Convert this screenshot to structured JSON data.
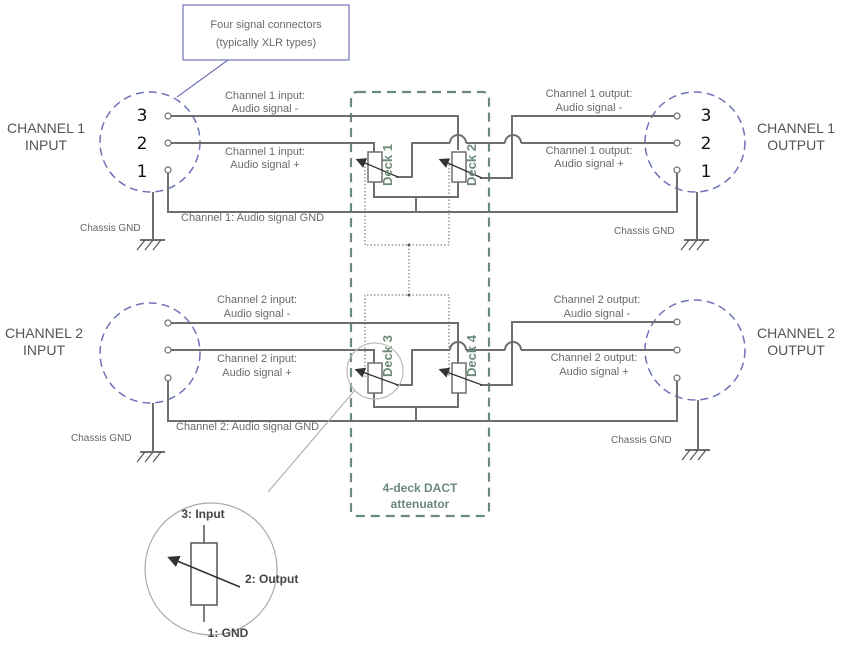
{
  "callout": {
    "line1": "Four signal connectors",
    "line2": "(typically XLR types)"
  },
  "channel1": {
    "input_label_line1": "CHANNEL 1",
    "input_label_line2": "INPUT",
    "output_label_line1": "CHANNEL 1",
    "output_label_line2": "OUTPUT",
    "pins": [
      "3",
      "2",
      "1"
    ],
    "in_minus_line1": "Channel 1 input:",
    "in_minus_line2": "Audio signal -",
    "in_plus_line1": "Channel 1 input:",
    "in_plus_line2": "Audio signal +",
    "out_minus_line1": "Channel 1 output:",
    "out_minus_line2": "Audio signal -",
    "out_plus_line1": "Channel 1 output:",
    "out_plus_line2": "Audio signal +",
    "gnd_label": "Channel 1: Audio signal GND",
    "chassis_left": "Chassis GND",
    "chassis_right": "Chassis GND"
  },
  "channel2": {
    "input_label_line1": "CHANNEL 2",
    "input_label_line2": "INPUT",
    "output_label_line1": "CHANNEL 2",
    "output_label_line2": "OUTPUT",
    "in_minus_line1": "Channel 2 input:",
    "in_minus_line2": "Audio signal -",
    "in_plus_line1": "Channel 2 input:",
    "in_plus_line2": "Audio signal +",
    "out_minus_line1": "Channel 2 output:",
    "out_minus_line2": "Audio signal -",
    "out_plus_line1": "Channel 2 output:",
    "out_plus_line2": "Audio signal +",
    "gnd_label": "Channel 2: Audio signal GND",
    "chassis_left": "Chassis GND",
    "chassis_right": "Chassis GND"
  },
  "decks": [
    "Deck 1",
    "Deck 2",
    "Deck 3",
    "Deck 4"
  ],
  "attenuator": {
    "line1": "4-deck DACT",
    "line2": "attenuator"
  },
  "detail": {
    "input": "3: Input",
    "output": "2: Output",
    "gnd": "1: GND"
  },
  "colors": {
    "connector_outline": "#6f73b8",
    "attenuator_outline": "#6b8a78",
    "wire": "#6e6e6e"
  }
}
